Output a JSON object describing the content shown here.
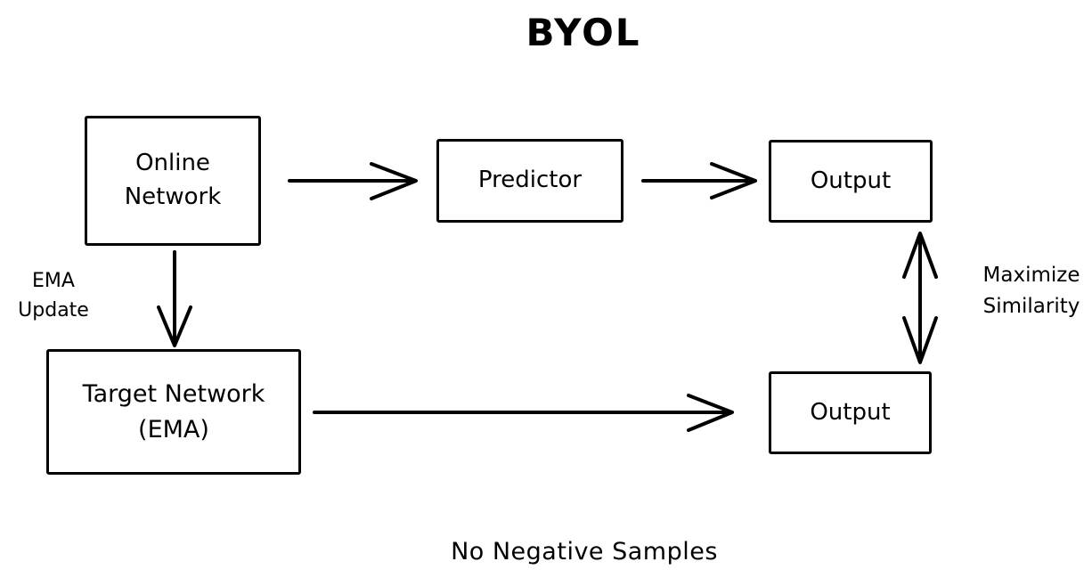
{
  "title": "BYOL",
  "nodes": {
    "online_network": {
      "line1": "Online",
      "line2": "Network"
    },
    "predictor": {
      "label": "Predictor"
    },
    "output_top": {
      "label": "Output"
    },
    "target_network": {
      "line1": "Target Network",
      "line2": "(EMA)"
    },
    "output_bottom": {
      "label": "Output"
    }
  },
  "labels": {
    "ema_update": {
      "line1": "EMA",
      "line2": "Update"
    },
    "maximize_similarity": {
      "line1": "Maximize",
      "line2": "Similarity"
    },
    "no_negative_samples": "No Negative Samples"
  },
  "edges": {
    "online_to_predictor": "arrow",
    "predictor_to_output": "arrow",
    "online_to_target": "arrow (EMA update)",
    "target_to_output": "arrow",
    "output_to_output": "double-arrow (maximize similarity)"
  },
  "colors": {
    "ink": "#000000",
    "background": "#ffffff"
  }
}
